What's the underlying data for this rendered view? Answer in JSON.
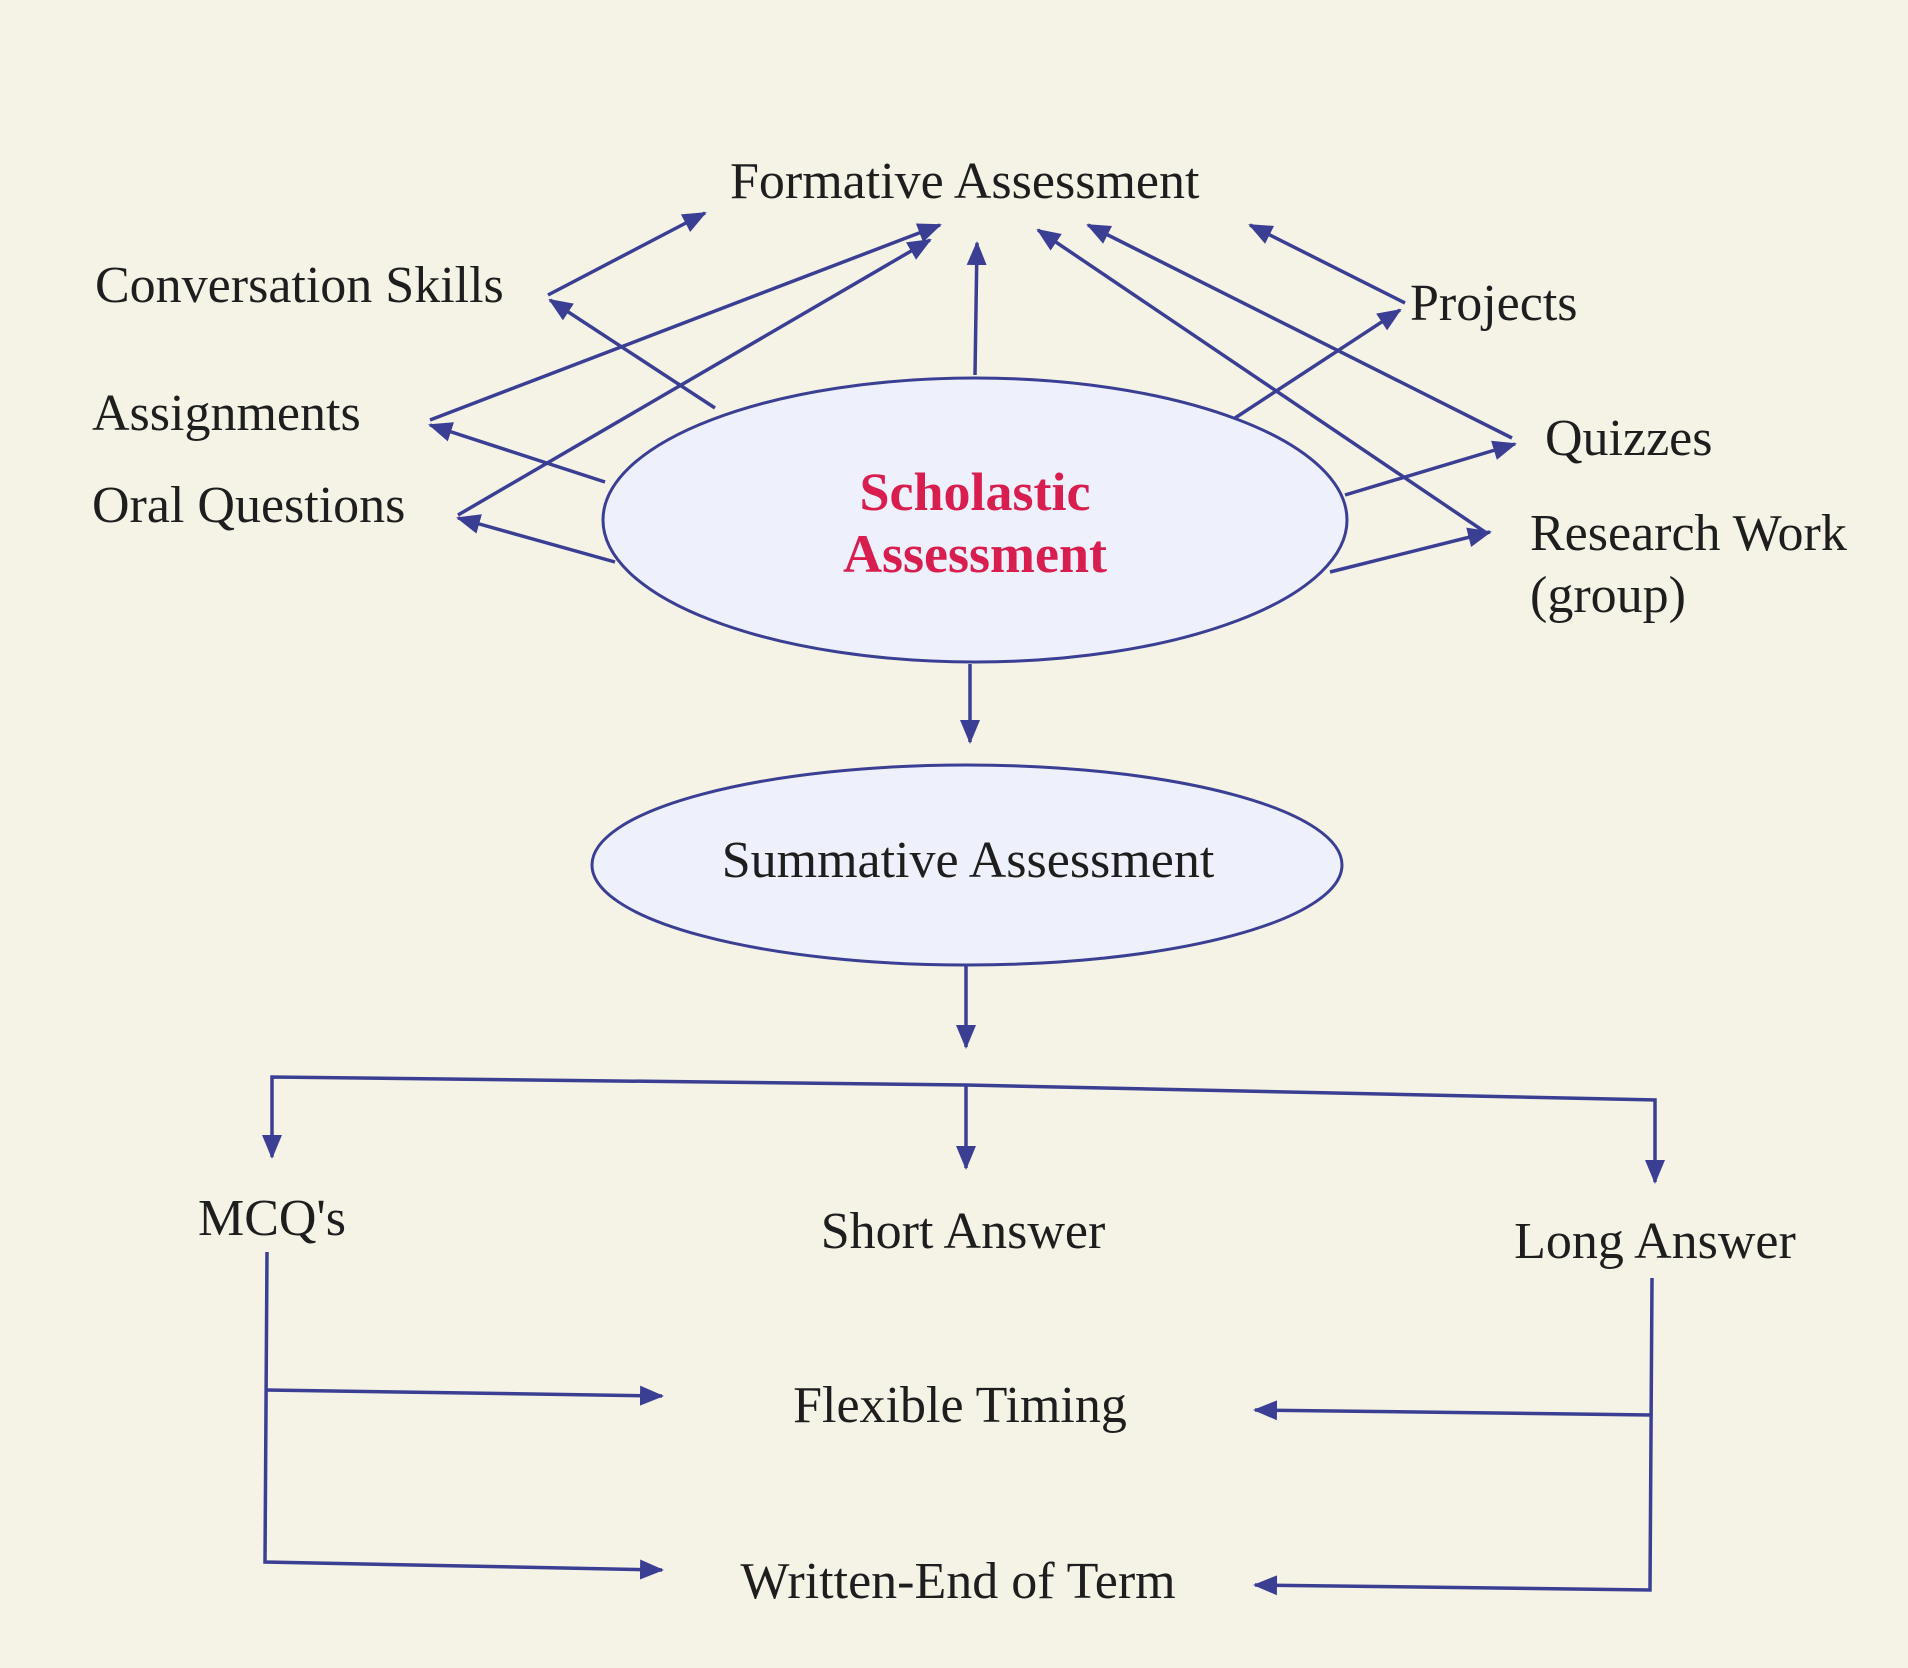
{
  "colors": {
    "background": "#f5f3e6",
    "line": "#3b3f94",
    "ellipse_fill": "#eef0fb",
    "center_text": "#d81e4e"
  },
  "nodes": {
    "formative": "Formative Assessment",
    "conversation_skills": "Conversation Skills",
    "assignments": "Assignments",
    "oral_questions": "Oral Questions",
    "projects": "Projects",
    "quizzes": "Quizzes",
    "research_work_line1": "Research Work",
    "research_work_line2": "(group)",
    "scholastic_line1": "Scholastic",
    "scholastic_line2": "Assessment",
    "summative": "Summative Assessment",
    "mcqs": "MCQ's",
    "short_answer": "Short Answer",
    "long_answer": "Long Answer",
    "flexible_timing": "Flexible Timing",
    "written_end_of_term": "Written-End of Term"
  }
}
